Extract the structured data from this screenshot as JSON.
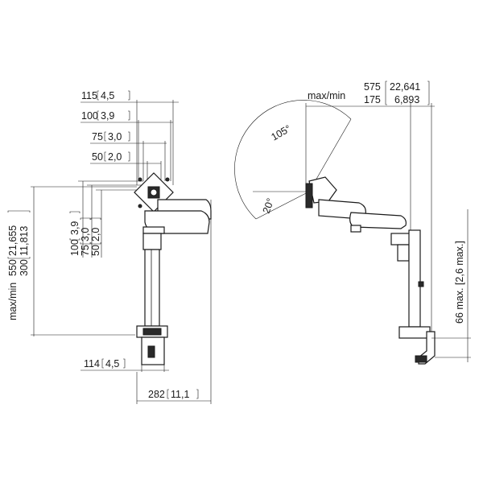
{
  "front_view": {
    "vesa_dims": [
      {
        "mm": "115",
        "in": "4,5"
      },
      {
        "mm": "100",
        "in": "3,9"
      },
      {
        "mm": "75",
        "in": "3,0"
      },
      {
        "mm": "50",
        "in": "2,0"
      }
    ],
    "height_label": "max/min",
    "height_max": {
      "mm": "550",
      "in": "21,655"
    },
    "height_min": {
      "mm": "300",
      "in": "11,813"
    },
    "vertical_vesa_dims": [
      {
        "mm": "100",
        "in": "3,9"
      },
      {
        "mm": "75",
        "in": "3,0"
      },
      {
        "mm": "50",
        "in": "2,0"
      }
    ],
    "clamp_width": {
      "mm": "114",
      "in": "4,5"
    },
    "arm_depth": {
      "mm": "282",
      "in": "11,1"
    }
  },
  "side_view": {
    "reach_label": "max/min",
    "reach_max": {
      "mm": "575",
      "in": "22,641"
    },
    "reach_min": {
      "mm": "175",
      "in": "6,893"
    },
    "tilt_up": "105°",
    "tilt_down": "20°",
    "desk_thickness": "66 max. [2,6 max.]"
  }
}
